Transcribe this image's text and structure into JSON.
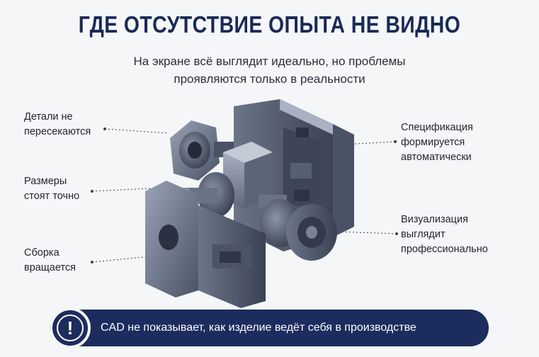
{
  "header": {
    "title": "ГДЕ ОТСУТСТВИЕ ОПЫТА НЕ ВИДНО",
    "subtitle_line1": "На экране всё выглядит идеально, но проблемы",
    "subtitle_line2": "проявляются только в реальности"
  },
  "callouts": {
    "left": [
      {
        "line1": "Детали не",
        "line2": "пересекаются"
      },
      {
        "line1": "Размеры",
        "line2": "стоят точно"
      },
      {
        "line1": "Сборка",
        "line2": "вращается"
      }
    ],
    "right": [
      {
        "line1": "Спецификация",
        "line2": "формируется",
        "line3": "автоматически"
      },
      {
        "line1": "Визуализация",
        "line2": "выглядит",
        "line3": "профессионально"
      }
    ]
  },
  "banner": {
    "icon": "exclamation-icon",
    "text": "CAD не показывает, как изделие ведёт себя в производстве"
  },
  "colors": {
    "navy": "#1c2c5e",
    "title": "#1a2a55",
    "steel": "#5a6478"
  }
}
